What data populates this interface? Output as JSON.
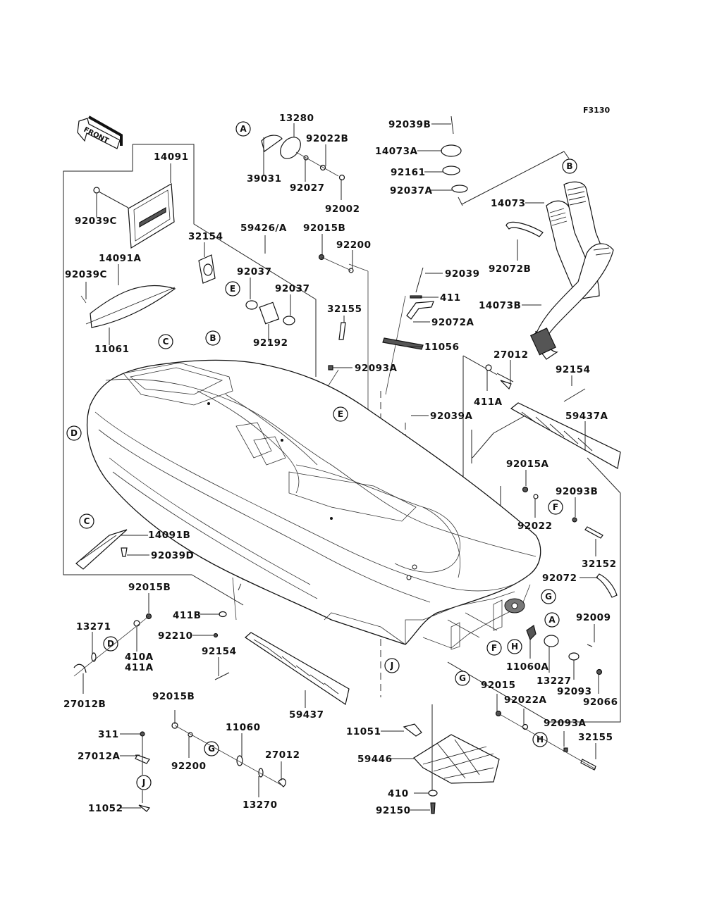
{
  "diagram": {
    "figure_code": "F3130",
    "direction_indicator": "FRONT",
    "reference_markers": [
      "A",
      "B",
      "C",
      "D",
      "E",
      "F",
      "G",
      "H",
      "J"
    ],
    "part_labels": [
      {
        "id": "p14091",
        "text": "14091"
      },
      {
        "id": "p92039C_top",
        "text": "92039C"
      },
      {
        "id": "p14091A",
        "text": "14091A"
      },
      {
        "id": "p92039C_mid",
        "text": "92039C"
      },
      {
        "id": "p11061",
        "text": "11061"
      },
      {
        "id": "p32154",
        "text": "32154"
      },
      {
        "id": "p92037_a",
        "text": "92037"
      },
      {
        "id": "p92037_b",
        "text": "92037"
      },
      {
        "id": "p92192",
        "text": "92192"
      },
      {
        "id": "p13280",
        "text": "13280"
      },
      {
        "id": "p39031",
        "text": "39031"
      },
      {
        "id": "p92022B",
        "text": "92022B"
      },
      {
        "id": "p92027",
        "text": "92027"
      },
      {
        "id": "p92002",
        "text": "92002"
      },
      {
        "id": "p59426A",
        "text": "59426/A"
      },
      {
        "id": "p92015B_top",
        "text": "92015B"
      },
      {
        "id": "p92200_top",
        "text": "92200"
      },
      {
        "id": "p32155_top",
        "text": "32155"
      },
      {
        "id": "p92093A_top",
        "text": "92093A"
      },
      {
        "id": "p92039B",
        "text": "92039B"
      },
      {
        "id": "p14073A",
        "text": "14073A"
      },
      {
        "id": "p92161",
        "text": "92161"
      },
      {
        "id": "p92037A",
        "text": "92037A"
      },
      {
        "id": "p14073",
        "text": "14073"
      },
      {
        "id": "p92072B",
        "text": "92072B"
      },
      {
        "id": "p14073B",
        "text": "14073B"
      },
      {
        "id": "p92039",
        "text": "92039"
      },
      {
        "id": "p411",
        "text": "411"
      },
      {
        "id": "p92072A",
        "text": "92072A"
      },
      {
        "id": "p11056",
        "text": "11056"
      },
      {
        "id": "p27012_top",
        "text": "27012"
      },
      {
        "id": "p411A_top",
        "text": "411A"
      },
      {
        "id": "p92154_top",
        "text": "92154"
      },
      {
        "id": "p59437A",
        "text": "59437A"
      },
      {
        "id": "p92039A",
        "text": "92039A"
      },
      {
        "id": "p92015A",
        "text": "92015A"
      },
      {
        "id": "p92093B",
        "text": "92093B"
      },
      {
        "id": "p92022",
        "text": "92022"
      },
      {
        "id": "p32152",
        "text": "32152"
      },
      {
        "id": "p92072",
        "text": "92072"
      },
      {
        "id": "p92009",
        "text": "92009"
      },
      {
        "id": "p11060A",
        "text": "11060A"
      },
      {
        "id": "p13227",
        "text": "13227"
      },
      {
        "id": "p92093",
        "text": "92093"
      },
      {
        "id": "p92066",
        "text": "92066"
      },
      {
        "id": "p92015",
        "text": "92015"
      },
      {
        "id": "p92022A",
        "text": "92022A"
      },
      {
        "id": "p92093A_bot",
        "text": "92093A"
      },
      {
        "id": "p32155_bot",
        "text": "32155"
      },
      {
        "id": "p14091B",
        "text": "14091B"
      },
      {
        "id": "p92039D",
        "text": "92039D"
      },
      {
        "id": "p92015B_mid",
        "text": "92015B"
      },
      {
        "id": "p13271",
        "text": "13271"
      },
      {
        "id": "p410A",
        "text": "410A"
      },
      {
        "id": "p411A_bot",
        "text": "411A"
      },
      {
        "id": "p27012B",
        "text": "27012B"
      },
      {
        "id": "p411B",
        "text": "411B"
      },
      {
        "id": "p92210",
        "text": "92210"
      },
      {
        "id": "p92154_bot",
        "text": "92154"
      },
      {
        "id": "p59437",
        "text": "59437"
      },
      {
        "id": "p92015B_bot",
        "text": "92015B"
      },
      {
        "id": "p311",
        "text": "311"
      },
      {
        "id": "p27012A",
        "text": "27012A"
      },
      {
        "id": "p11052",
        "text": "11052"
      },
      {
        "id": "p92200_bot",
        "text": "92200"
      },
      {
        "id": "p11060",
        "text": "11060"
      },
      {
        "id": "p27012_bot",
        "text": "27012"
      },
      {
        "id": "p13270",
        "text": "13270"
      },
      {
        "id": "p11051",
        "text": "11051"
      },
      {
        "id": "p59446",
        "text": "59446"
      },
      {
        "id": "p410",
        "text": "410"
      },
      {
        "id": "p92150",
        "text": "92150"
      }
    ]
  }
}
